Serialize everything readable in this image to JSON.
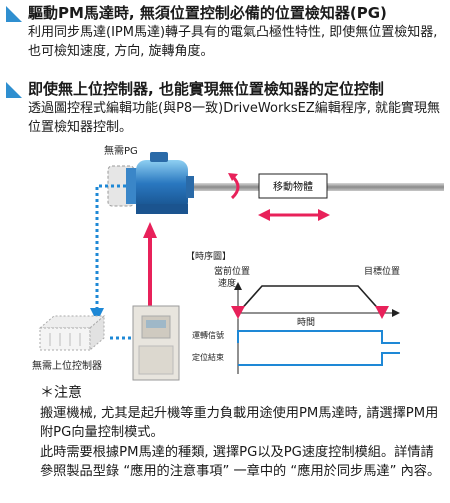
{
  "section1": {
    "title": "驅動PM馬達時, 無須位置控制必備的位置檢知器(PG)",
    "body": "利用同步馬達(IPM馬達)轉子具有的電氣凸極性特性, 即使無位置檢知器, 也可檢知速度, 方向, 旋轉角度。"
  },
  "section2": {
    "title": "即使無上位控制器,  也能實現無位置檢知器的定位控制",
    "body": "透過圖控程式編輯功能(與P8一致)DriveWorksEZ編輯程序, 就能實現無位置檢知器控制。"
  },
  "diagram": {
    "no_pg_label": "無需PG",
    "moving_object_label": "移動物體",
    "no_controller_label": "無需上位控制器",
    "timing_chart_label": "【時序圖】",
    "current_position_label": "當前位置",
    "target_position_label": "目標位置",
    "speed_label": "速度",
    "time_label": "時間",
    "run_signal_label": "運轉信號",
    "positioning_done_label": "定位結束"
  },
  "note": {
    "title": "＊注意",
    "line1": "搬運機械, 尤其是起升機等重力負載用途使用PM馬達時, 請選擇PM用附PG向量控制模式。",
    "line2": "此時需要根據PM馬達的種類, 選擇PG以及PG速度控制模組。詳情請參照製品型錄 “應用的注意事項” 一章中的 “應用於同步馬達” 內容。"
  },
  "colors": {
    "accent": "#2f8fd0",
    "arrow_red": "#e8215a",
    "arrow_blue": "#1e88d6",
    "motor_blue": "#2a78c0"
  }
}
